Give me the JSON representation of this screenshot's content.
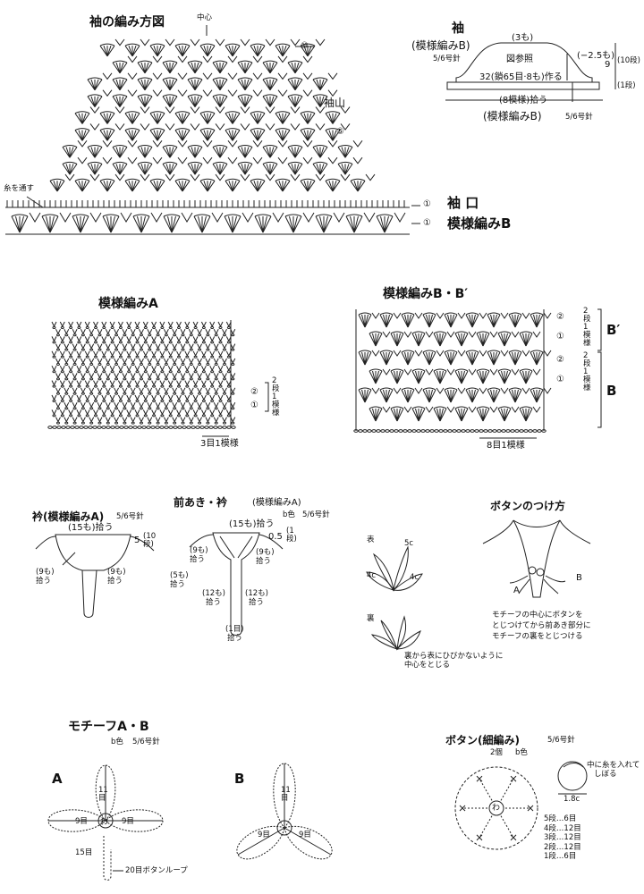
{
  "sleeve_chart": {
    "title": "袖の編み方図",
    "center_label": "中心",
    "row_10": "⑩",
    "sleeve_cap": "袖山",
    "row_5": "⑤",
    "thread_pass": "糸を通す",
    "row_1a": "①",
    "cuff_label": "袖 口",
    "row_1b": "①",
    "pattern_b": "模様編みB"
  },
  "sleeve_schematic": {
    "title": "袖",
    "subtitle": "(模様編みB)",
    "hook": "5/6号針",
    "top_count": "(3も)",
    "see_fig": "図参照",
    "neg_rows": "(−2.5も)",
    "dim_9": "9",
    "rows_10": "(10段)",
    "rows_1": "(1段)",
    "cast_on": "32(鎖65目·8も)作る",
    "pickup": "(8模様)拾う",
    "bottom_label": "(模様編みB)",
    "bottom_hook": "5/6号針"
  },
  "pattern_a": {
    "title": "模様編みA",
    "row2": "②",
    "row1": "①",
    "repeat": "2段1模様",
    "stitch_repeat": "3目1模様"
  },
  "pattern_b": {
    "title": "模様編みB・B′",
    "row2a": "②",
    "row1a": "①",
    "repeat_a": "2段1模様",
    "row2b": "②",
    "row1b": "①",
    "repeat_b": "2段1模様",
    "b_prime": "B′",
    "b": "B",
    "stitch_repeat": "8目1模様"
  },
  "collar": {
    "title": "衿(模様編みA)",
    "hook": "5/6号針",
    "top_pick": "(15も)拾う",
    "dim_5": "5",
    "rows_10": "(10段)",
    "left_pick_a": "(9も)",
    "left_pick_b": "拾う",
    "right_pick_a": "(9も)",
    "right_pick_b": "拾う"
  },
  "front_collar": {
    "title": "前あき・衿",
    "title_sub": "(模様編みA)",
    "color": "b色",
    "hook": "5/6号針",
    "top_pick": "(15も)拾う",
    "dim": "0.5",
    "rows_1": "(1段)",
    "l9a": "(9も)",
    "l9b": "拾う",
    "r9a": "(9も)",
    "r9b": "拾う",
    "l5a": "(5も)",
    "l5b": "拾う",
    "l12a": "(12も)",
    "l12b": "拾う",
    "r12a": "(12も)",
    "r12b": "拾う",
    "b1a": "(1目)",
    "b1b": "拾う"
  },
  "button_attach": {
    "title": "ボタンのつけ方",
    "front": "表",
    "back": "裏",
    "c5": "5c",
    "c4l": "4c",
    "c4r": "4c",
    "label_a": "A",
    "label_b": "B",
    "note_1": "モチーフの中心にボタンを",
    "note_2": "とじつけてから前あき部分に",
    "note_3": "モチーフの裏をとじつける",
    "back_note_1": "裏から表にひびかないように",
    "back_note_2": "中心をとじる"
  },
  "motif": {
    "title": "モチーフA・B",
    "color": "b色",
    "hook": "5/6号針",
    "a": "A",
    "b": "B",
    "a11": "11目",
    "a9l": "9目",
    "a9r": "9目",
    "a15": "15目",
    "a_loop": "20目ボタンループ",
    "b11": "11目",
    "b9l": "9目",
    "b9r": "9目",
    "center": "わ"
  },
  "button": {
    "title": "ボタン(細編み)",
    "hook": "5/6号針",
    "color_a": "2個",
    "color_b": "b色",
    "note_1": "中に糸を入れて",
    "note_2": "しぼる",
    "size": "1.8c",
    "rows": [
      "5段…6目",
      "4段…12目",
      "3段…12目",
      "2段…12目",
      "1段…6目"
    ]
  }
}
